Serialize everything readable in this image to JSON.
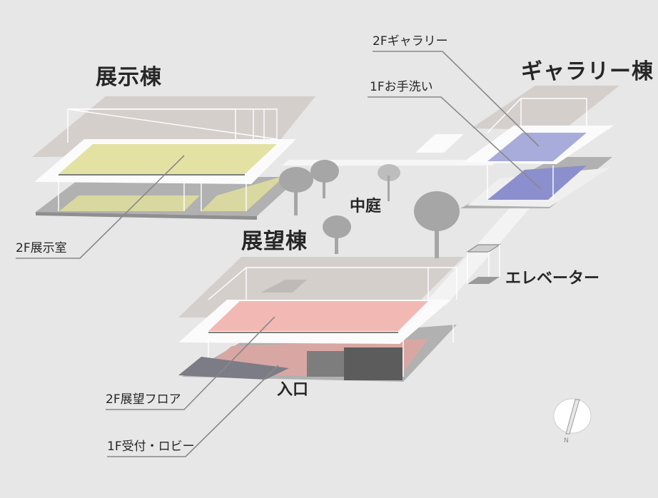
{
  "buildings": {
    "exhibition": "展示棟",
    "gallery": "ギャラリー棟",
    "observation": "展望棟"
  },
  "places": {
    "courtyard": "中庭",
    "elevator": "エレベーター",
    "entrance": "入口"
  },
  "callouts": {
    "gallery_2f": "2Fギャラリー",
    "restroom_1f": "1Fお手洗い",
    "exhibition_room_2f": "2F展示室",
    "observation_floor_2f": "2F展望フロア",
    "reception_lobby_1f": "1F受付・ロビー"
  },
  "colors": {
    "exhibition_floor": "#e3e2a3",
    "gallery_floor": "#a8acdb",
    "observation_floor": "#f2b9b4",
    "lobby_floor": "#d9a7a3",
    "roof_shadow": "#d5cfcc",
    "base_plate": "#b1b1b1",
    "tree": "#a6a6a6"
  },
  "icons": {
    "compass": "north-arrow-icon"
  }
}
